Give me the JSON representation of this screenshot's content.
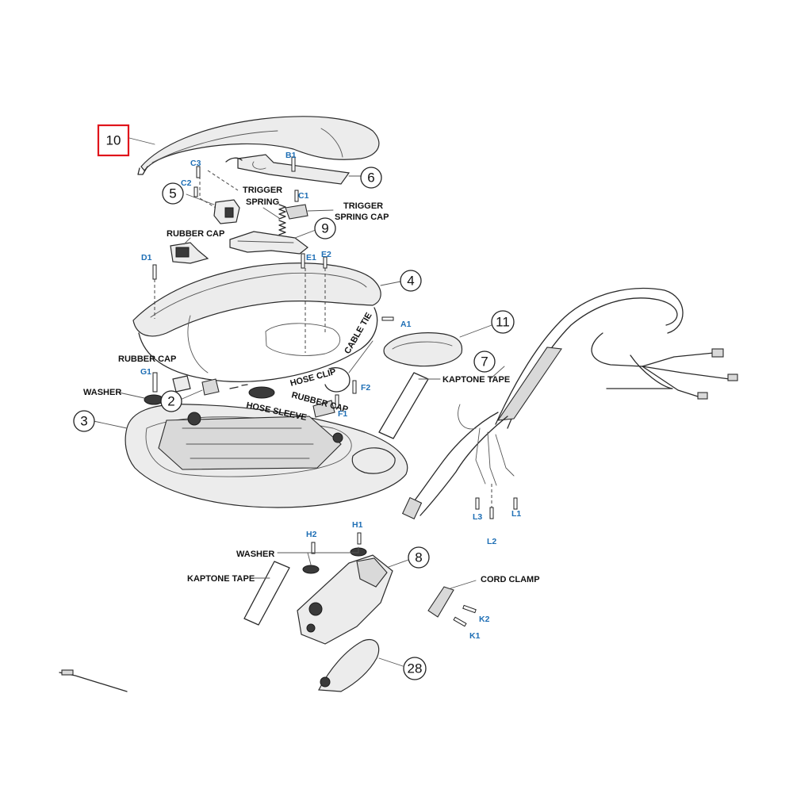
{
  "callouts": {
    "c10": "10",
    "c6": "6",
    "c5": "5",
    "c9": "9",
    "c4": "4",
    "c11": "11",
    "c7": "7",
    "c2": "2",
    "c3": "3",
    "c8": "8",
    "c28": "28"
  },
  "highlight": {
    "part": "10",
    "color": "#e0141b"
  },
  "labels": {
    "trigger_spring": [
      "TRIGGER",
      "SPRING"
    ],
    "trigger_spring_cap": [
      "TRIGGER",
      "SPRING CAP"
    ],
    "rubber_cap_top": "RUBBER CAP",
    "rubber_cap_left": "RUBBER CAP",
    "rubber_cap_mid": "RUBBER CAP",
    "washer_left": "WASHER",
    "washer_bottom": "WASHER",
    "cable_tie": "CABLE TIE",
    "hose_clip": "HOSE CLIP",
    "hose_sleeve": "HOSE SLEEVE",
    "kaptone_tape_right": "KAPTONE TAPE",
    "kaptone_tape_bottom": "KAPTONE TAPE",
    "cord_clamp": "CORD CLAMP"
  },
  "codes": {
    "B1": "B1",
    "C1": "C1",
    "C2": "C2",
    "C3": "C3",
    "D1": "D1",
    "E1": "E1",
    "E2": "E2",
    "A1": "A1",
    "F1": "F1",
    "F2": "F2",
    "G1": "G1",
    "H1": "H1",
    "H2": "H2",
    "K1": "K1",
    "K2": "K2",
    "L1": "L1",
    "L2": "L2",
    "L3": "L3"
  },
  "colors": {
    "code_text": "#1f6fb5",
    "line": "#2a2a2a"
  }
}
